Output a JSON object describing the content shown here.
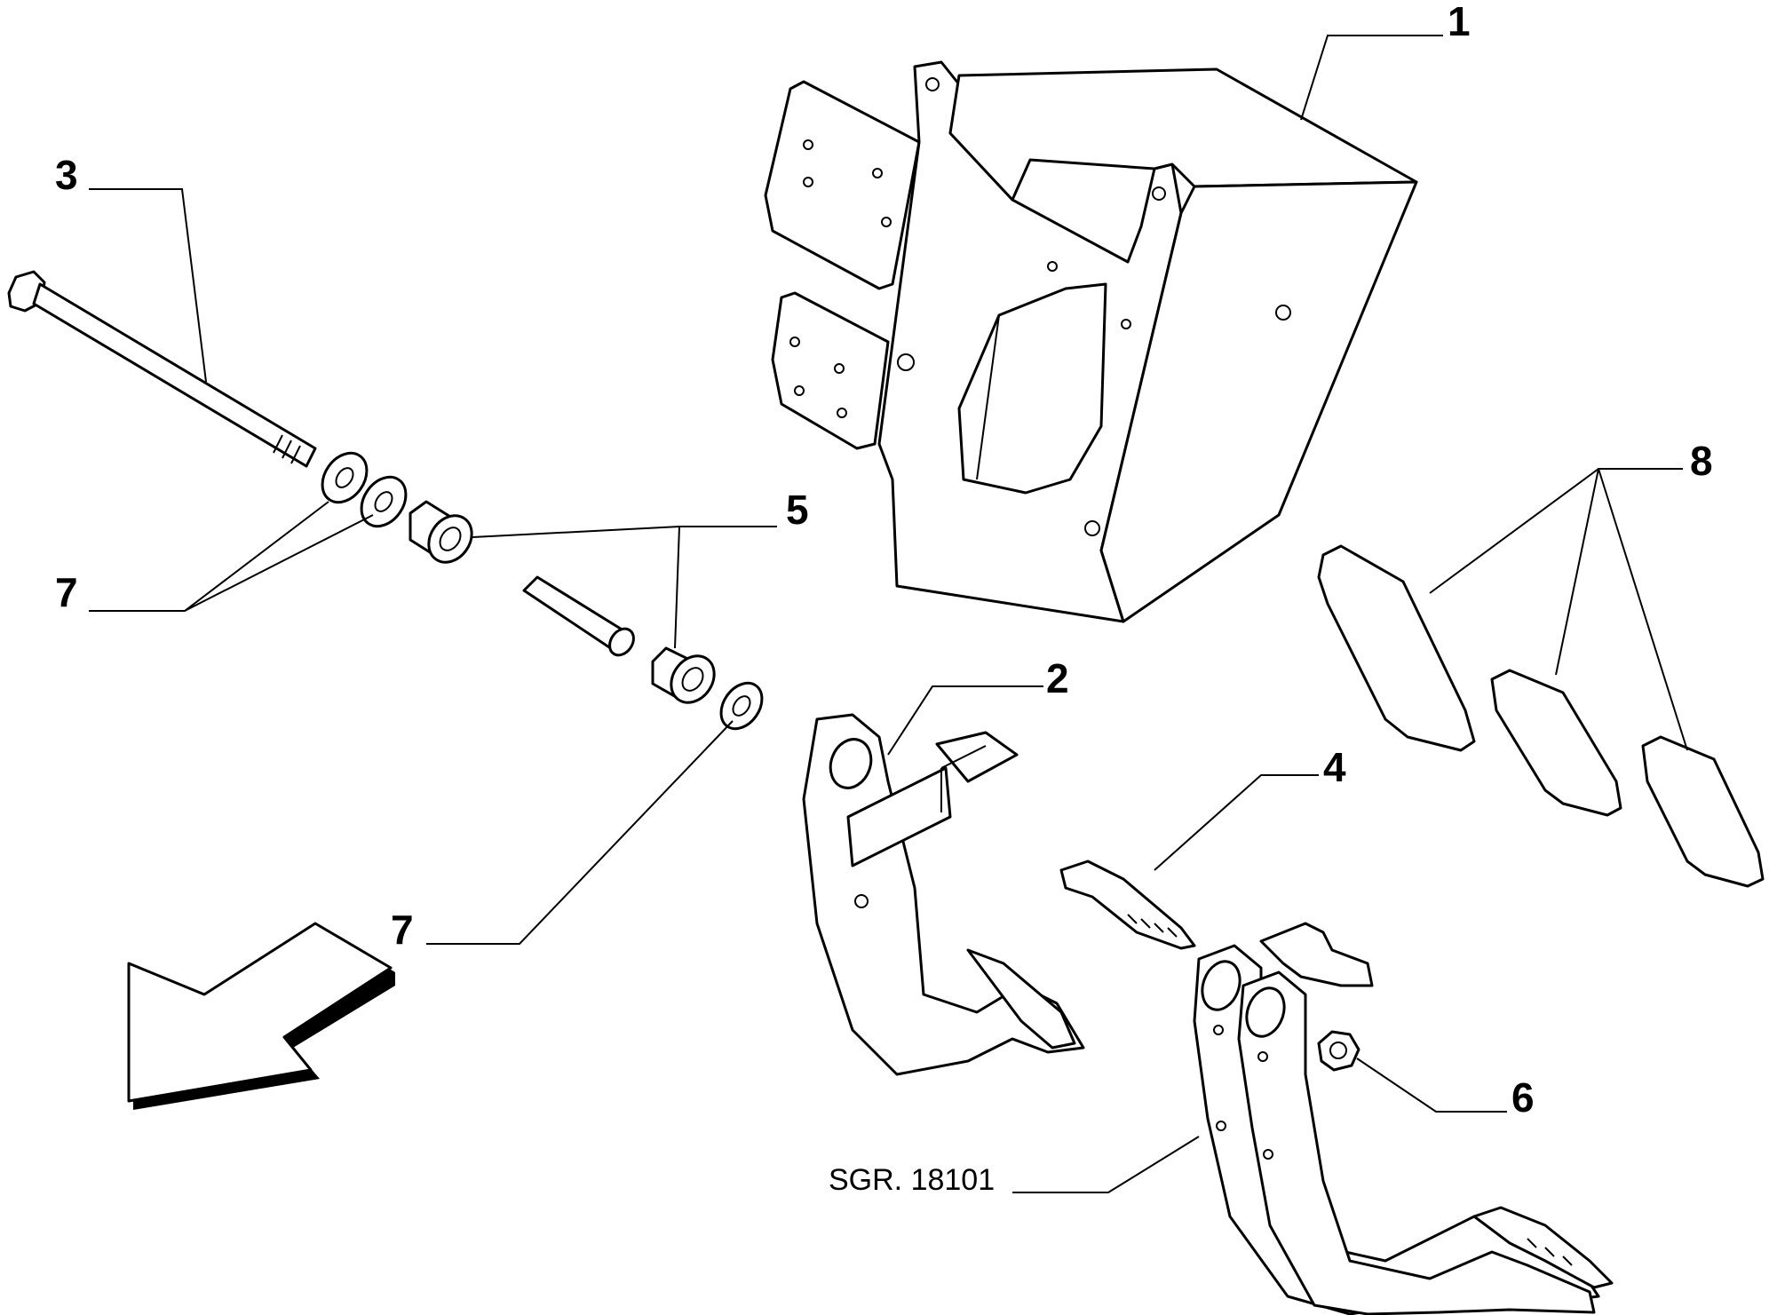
{
  "drawing_ref": "SGR. 18101",
  "callouts": [
    {
      "id": "1",
      "label": "1"
    },
    {
      "id": "2",
      "label": "2"
    },
    {
      "id": "3",
      "label": "3"
    },
    {
      "id": "4",
      "label": "4"
    },
    {
      "id": "5",
      "label": "5"
    },
    {
      "id": "6",
      "label": "6"
    },
    {
      "id": "7a",
      "label": "7"
    },
    {
      "id": "7b",
      "label": "7"
    },
    {
      "id": "8",
      "label": "8"
    }
  ],
  "colors": {
    "line": "#000000",
    "background": "#ffffff"
  },
  "icons": {
    "direction": "arrow-down-left-icon"
  }
}
